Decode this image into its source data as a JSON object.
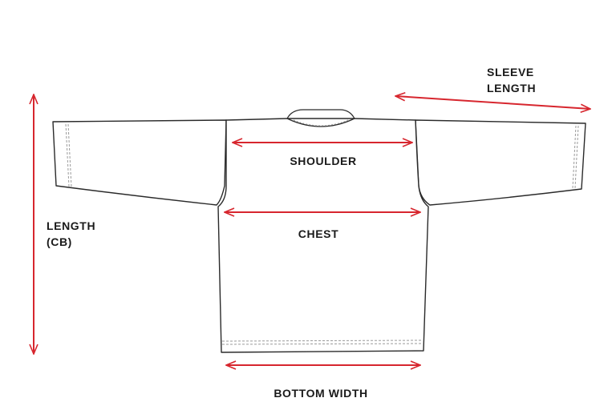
{
  "labels": {
    "sleeve_length_line1": "SLEEVE",
    "sleeve_length_line2": "LENGTH",
    "shoulder": "SHOULDER",
    "chest": "CHEST",
    "length_line1": "LENGTH",
    "length_line2": "(CB)",
    "bottom_width": "BOTTOM WIDTH"
  },
  "colors": {
    "arrow": "#d7262e",
    "outline": "#2a2a2a",
    "stitch": "#9a9a9a",
    "label": "#1a1a1a"
  }
}
